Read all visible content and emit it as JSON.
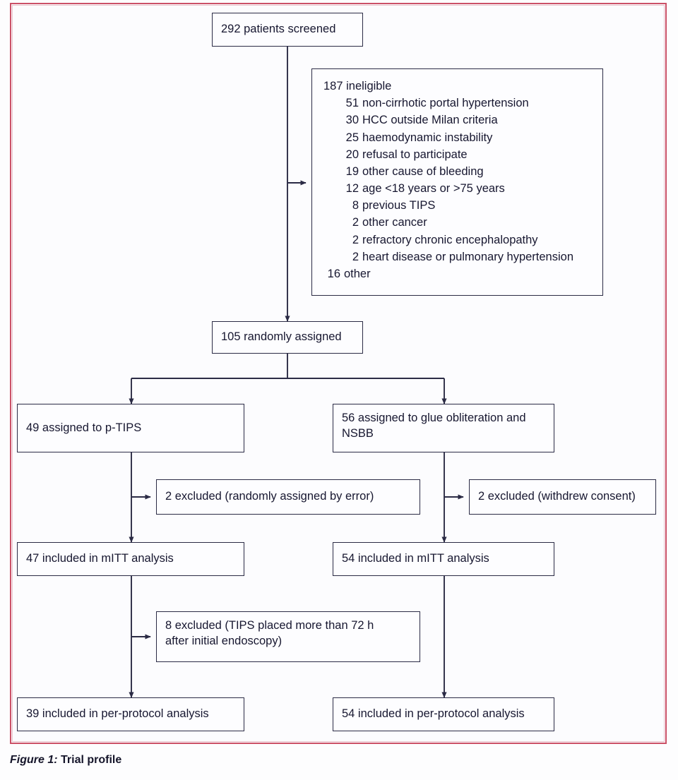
{
  "figure": {
    "caption_label": "Figure 1:",
    "caption_title": "Trial profile",
    "frame_color": "#c9485f",
    "box_stroke_color": "#2b2b45",
    "text_color": "#171730"
  },
  "flow": {
    "screened": "292 patients screened",
    "ineligible": {
      "heading": "187 ineligible",
      "total": 187,
      "reasons": [
        {
          "count": "51",
          "label": "non-cirrhotic portal hypertension"
        },
        {
          "count": "30",
          "label": "HCC outside Milan criteria"
        },
        {
          "count": "25",
          "label": "haemodynamic instability"
        },
        {
          "count": "20",
          "label": "refusal to participate"
        },
        {
          "count": "19",
          "label": "other cause of bleeding"
        },
        {
          "count": "12",
          "label": "age <18 years or >75 years"
        },
        {
          "count": "8",
          "label": "previous TIPS"
        },
        {
          "count": "2",
          "label": "other cancer"
        },
        {
          "count": "2",
          "label": "refractory chronic encephalopathy"
        },
        {
          "count": "2",
          "label": "heart disease or pulmonary hypertension"
        }
      ],
      "other": {
        "count": "16",
        "label": "other"
      }
    },
    "randomised": "105 randomly assigned",
    "arm_left": {
      "assigned": "49 assigned to p-TIPS",
      "excluded_1": "2 excluded (randomly assigned by error)",
      "mitt": "47 included in mITT analysis",
      "excluded_2": "8 excluded (TIPS placed more than 72 h\n   after initial endoscopy)",
      "per_protocol": "39 included in per-protocol analysis"
    },
    "arm_right": {
      "assigned": "56 assigned to glue obliteration and\n    NSBB",
      "excluded_1": "2 excluded (withdrew consent)",
      "mitt": "54 included in mITT analysis",
      "per_protocol": "54 included in per-protocol analysis"
    }
  }
}
